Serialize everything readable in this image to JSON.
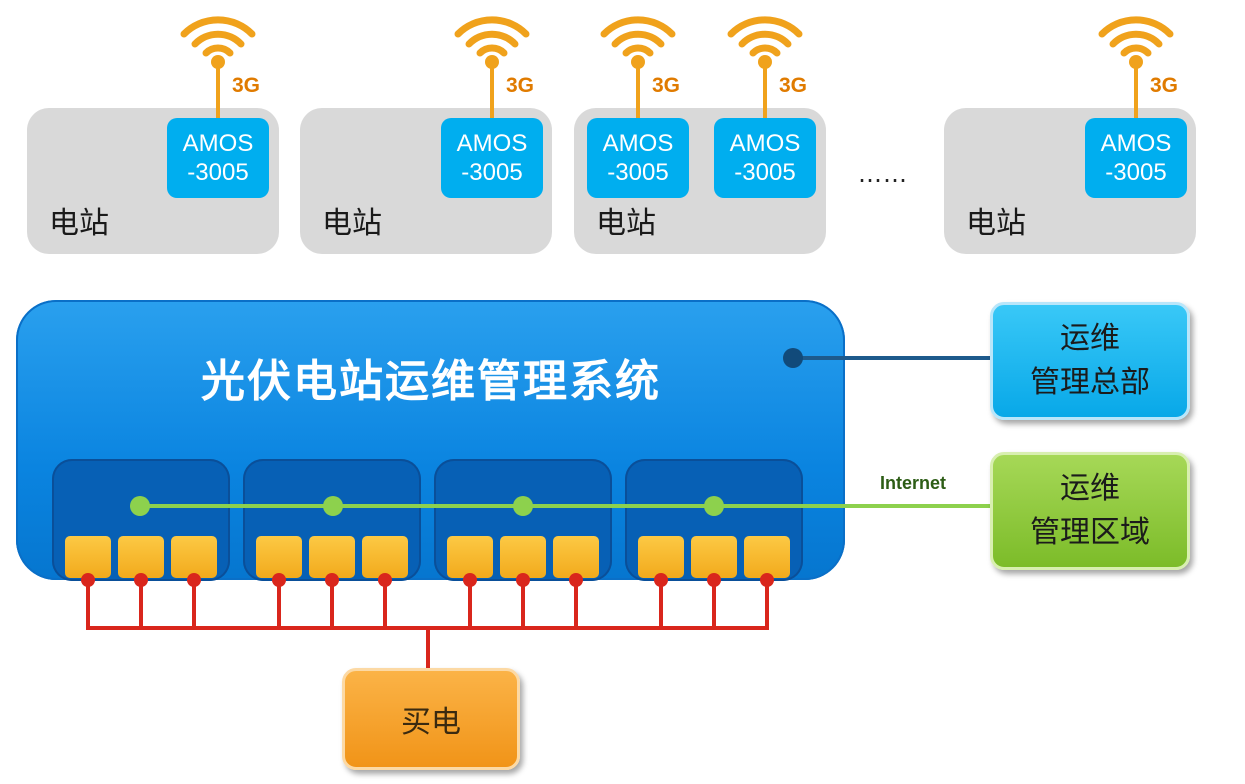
{
  "stations": [
    {
      "label": "电站",
      "amos": [
        {
          "line1": "AMOS",
          "line2": "-3005",
          "net": "3G"
        }
      ]
    },
    {
      "label": "电站",
      "amos": [
        {
          "line1": "AMOS",
          "line2": "-3005",
          "net": "3G"
        }
      ]
    },
    {
      "label": "电站",
      "amos": [
        {
          "line1": "AMOS",
          "line2": "-3005",
          "net": "3G"
        },
        {
          "line1": "AMOS",
          "line2": "-3005",
          "net": "3G"
        }
      ]
    },
    {
      "label": "电站",
      "amos": [
        {
          "line1": "AMOS",
          "line2": "-3005",
          "net": "3G"
        }
      ]
    }
  ],
  "ellipsis": "……",
  "main_system": {
    "title": "光伏电站运维管理系统"
  },
  "headquarters": {
    "line1": "运维",
    "line2": "管理总部"
  },
  "management_zone": {
    "line1": "运维",
    "line2": "管理区域"
  },
  "internet_label": "Internet",
  "buy_power": {
    "label": "买电"
  },
  "colors": {
    "station_bg": "#d9d9d9",
    "amos_bg": "#00aeef",
    "antenna": "#f0a21c",
    "main_bg": "#0a84e0",
    "hq_line": "#1d5a8c",
    "internet_line": "#8dd14d",
    "power_line": "#d9261c",
    "port": "#f6b52a"
  }
}
